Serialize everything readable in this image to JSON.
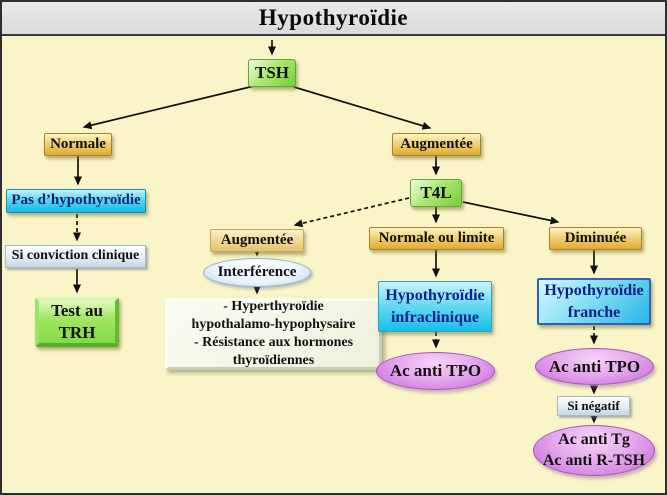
{
  "title": "Hypothyroïdie",
  "nodes": {
    "tsh": {
      "label": "TSH"
    },
    "normale": {
      "label": "Normale"
    },
    "augmentee_tsh": {
      "label": "Augmentée"
    },
    "t4l": {
      "label": "T4L"
    },
    "pas_hypothyroidie": {
      "label": "Pas d’hypothyroïdie"
    },
    "si_conviction": {
      "label": "Si conviction clinique"
    },
    "test_trh": {
      "line1": "Test au",
      "line2": "TRH"
    },
    "augmentee_t4l": {
      "label": "Augmentée"
    },
    "interference": {
      "label": "Interférence"
    },
    "info_panel": {
      "line1": "- Hyperthyroïdie",
      "line2": "hypothalamo-hypophysaire",
      "line3": "- Résistance aux hormones",
      "line4": "thyroïdiennes"
    },
    "normale_ou_limite": {
      "label": "Normale ou limite"
    },
    "diminuee": {
      "label": "Diminuée"
    },
    "hypothyroidie_infraclinique": {
      "line1": "Hypothyroïdie",
      "line2": "infraclinique"
    },
    "hypothyroidie_franche": {
      "line1": "Hypothyroïdie",
      "line2": "franche"
    },
    "ac_anti_tpo_mid": {
      "label": "Ac anti TPO"
    },
    "ac_anti_tpo_right": {
      "label": "Ac anti TPO"
    },
    "si_negatif": {
      "label": "Si négatif"
    },
    "ac_anti_tg": {
      "line1": "Ac anti Tg",
      "line2": "Ac anti R-TSH"
    }
  },
  "colors": {
    "background": "#f9f5c9",
    "titlebar": "#e0e0e0",
    "gold_box": "#e2aa35",
    "green_box": "#8ada4c",
    "cyan_box": "#10bde6",
    "magenta_ellipse": "#c764d6",
    "navy_text": "#13227a",
    "arrow": "#111111"
  }
}
